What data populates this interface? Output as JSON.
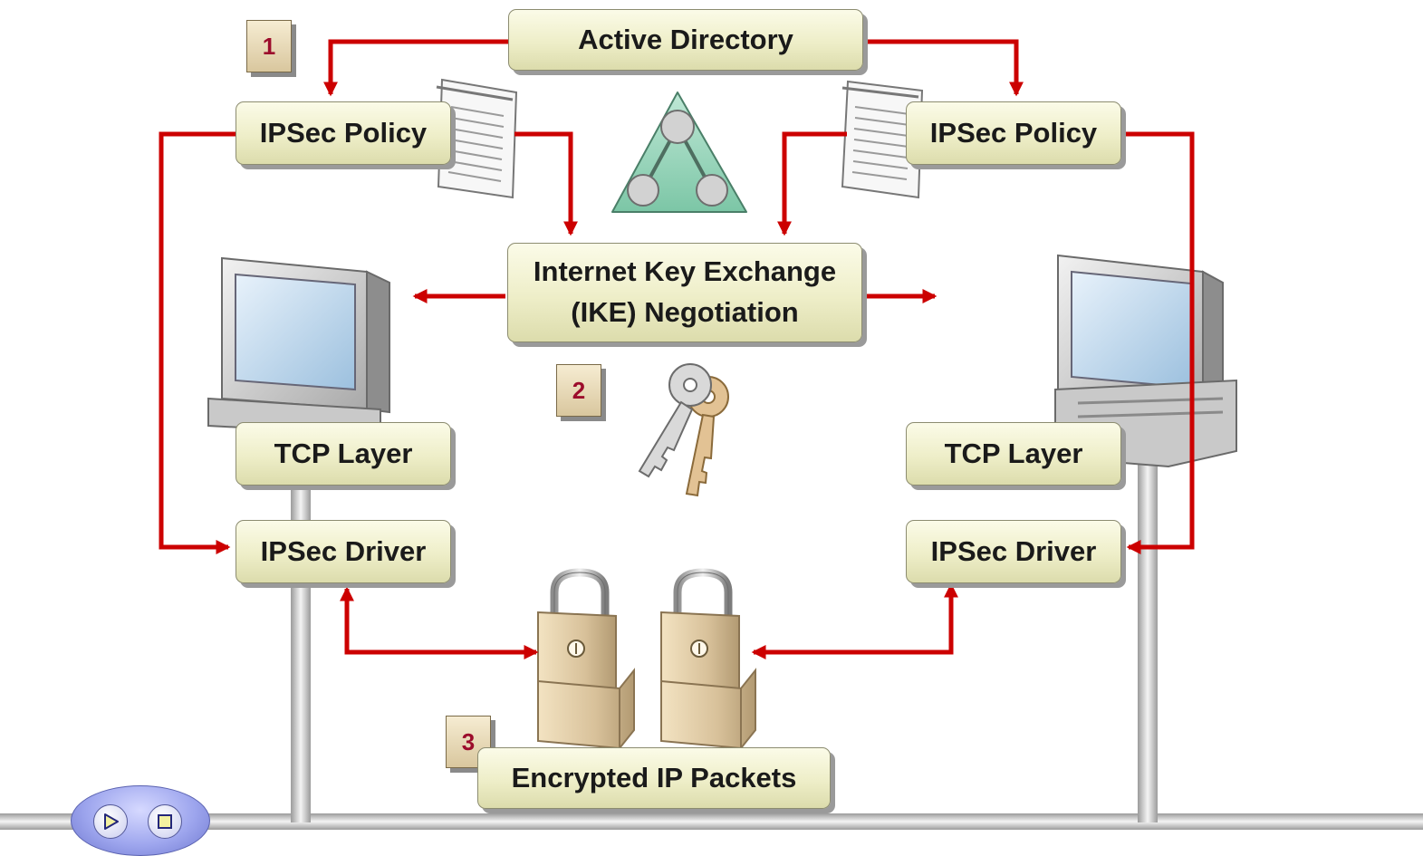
{
  "diagram": {
    "nodes": {
      "active_directory": "Active Directory",
      "ipsec_policy_left": "IPSec Policy",
      "ipsec_policy_right": "IPSec Policy",
      "ike_negotiation": "Internet Key Exchange\n(IKE) Negotiation",
      "tcp_layer_left": "TCP Layer",
      "tcp_layer_right": "TCP Layer",
      "ipsec_driver_left": "IPSec Driver",
      "ipsec_driver_right": "IPSec Driver",
      "encrypted_packets": "Encrypted IP Packets"
    },
    "steps": [
      "1",
      "2",
      "3"
    ],
    "icons": [
      "policy-document-icon",
      "triangle-network-icon",
      "computer-icon",
      "keys-icon",
      "padlock-icon",
      "play-icon",
      "stop-icon"
    ],
    "colors": {
      "arrow": "#cc0000",
      "box_fill": "#eeeec8",
      "step_text": "#9c0c2c",
      "network_line": "#c8c8c8"
    }
  },
  "controls": {
    "play": "play-icon",
    "stop": "stop-icon"
  }
}
